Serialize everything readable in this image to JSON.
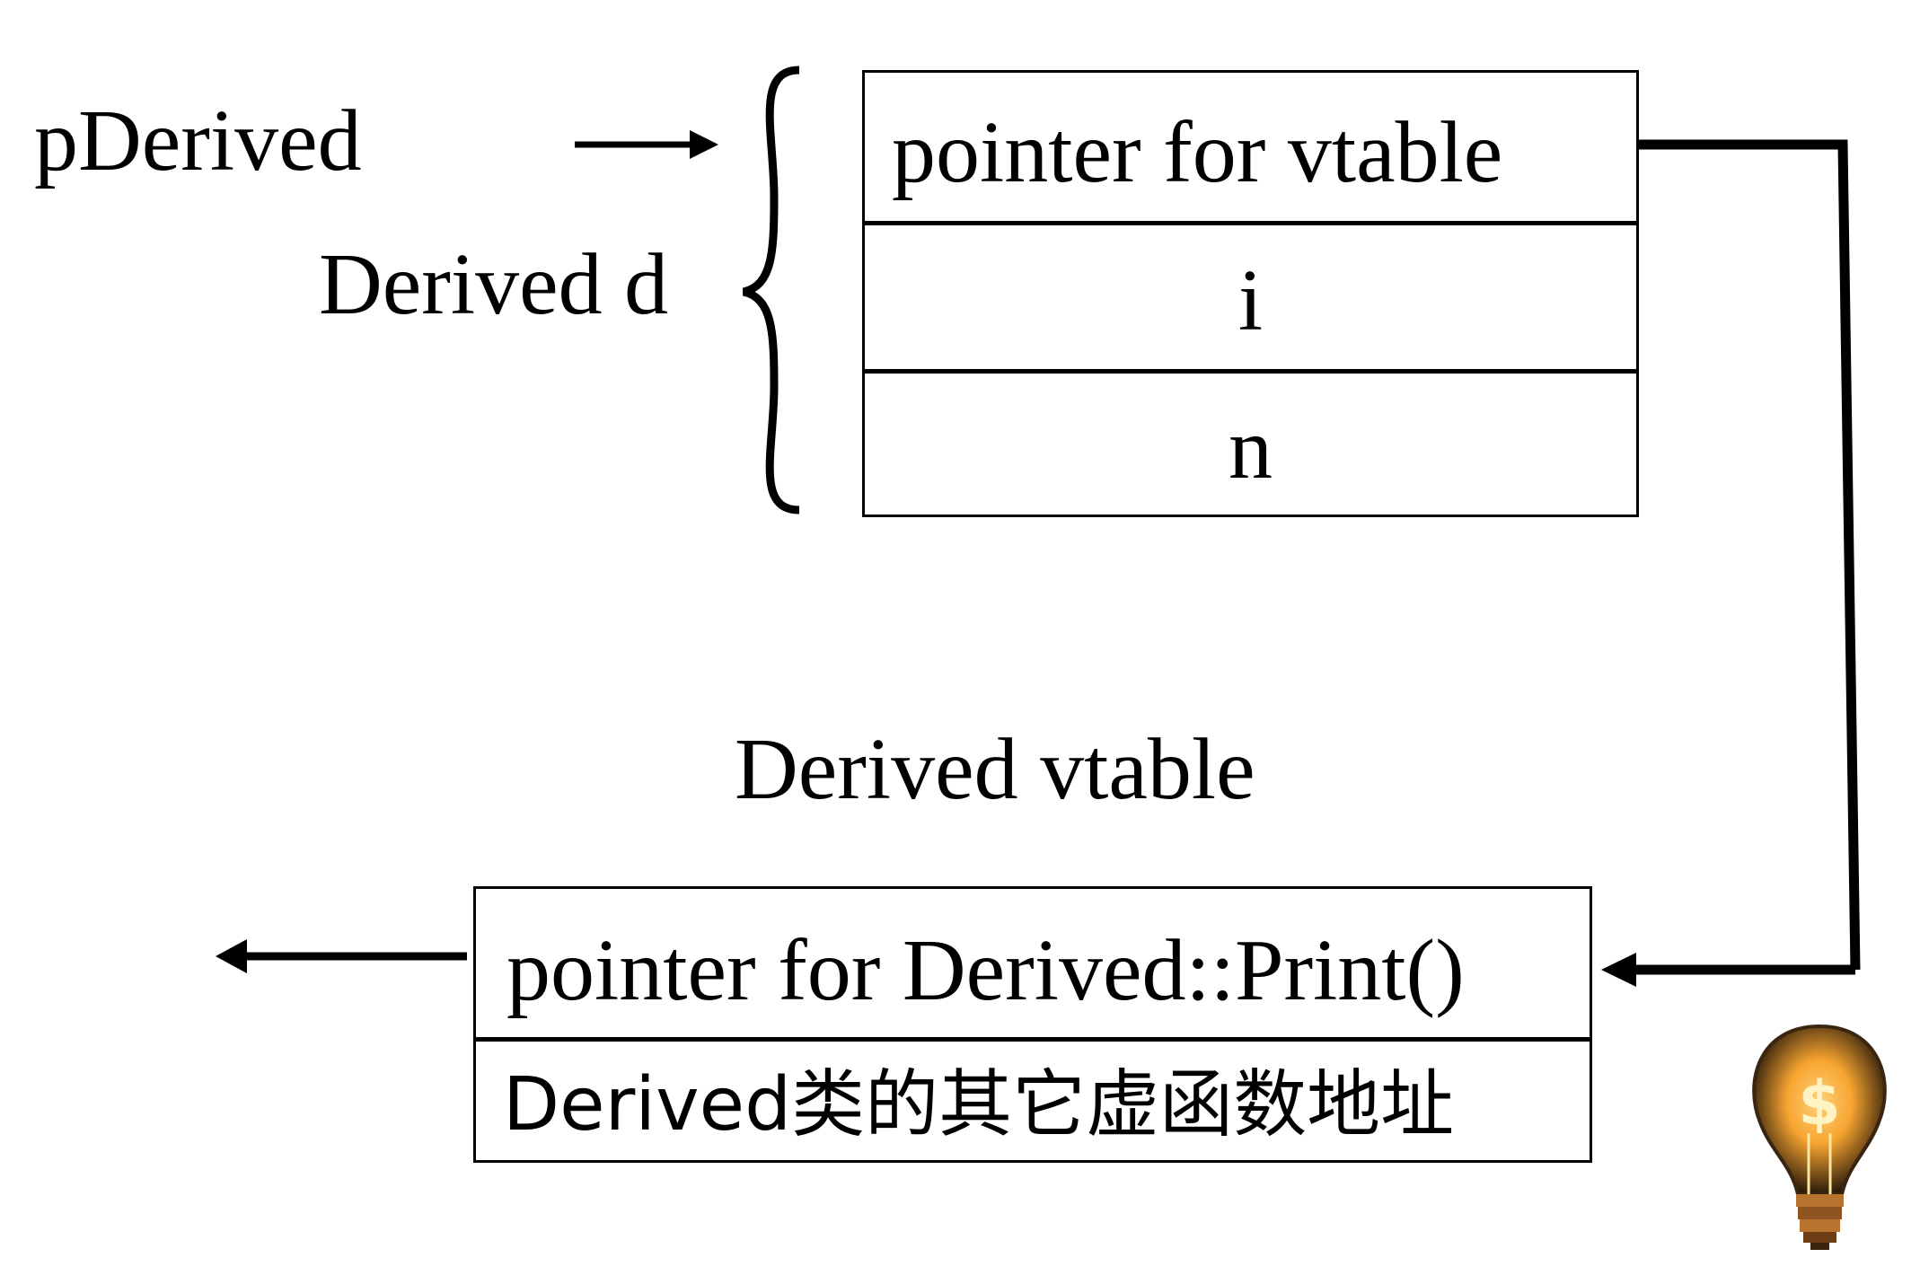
{
  "labels": {
    "pointer_name": "pDerived",
    "object_name": "Derived d",
    "vtable_title": "Derived vtable"
  },
  "object_fields": [
    "pointer for vtable",
    "i",
    "n"
  ],
  "vtable_entries": [
    "pointer for Derived::Print()",
    "Derived类的其它虚函数地址"
  ],
  "icons": {
    "bulb": "lightbulb-dollar-icon",
    "bulb_symbol": "$"
  },
  "colors": {
    "ink": "#000000",
    "background": "#ffffff",
    "bulb_glow": "#f7a531"
  }
}
